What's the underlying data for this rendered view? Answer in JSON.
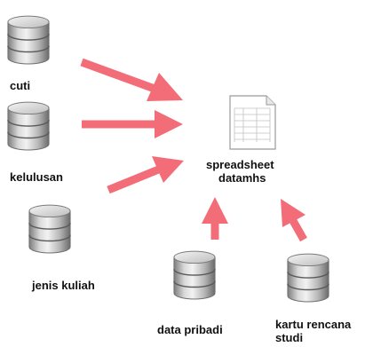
{
  "sources": [
    {
      "id": "cuti",
      "label": "cuti"
    },
    {
      "id": "kelulusan",
      "label": "kelulusan"
    },
    {
      "id": "jenis-kuliah",
      "label": "jenis kuliah"
    },
    {
      "id": "data-pribadi",
      "label": "data pribadi"
    },
    {
      "id": "kartu-rencana-studi",
      "label": "kartu rencana studi",
      "label_line1": "kartu rencana",
      "label_line2": "studi"
    }
  ],
  "target": {
    "label_line1": "spreadsheet",
    "label_line2": "datamhs",
    "icon": "spreadsheet-icon"
  },
  "icons": {
    "source": "database-icon"
  },
  "colors": {
    "arrow": "#f36d78",
    "cylinder_light": "#e6e6e6",
    "cylinder_dark": "#8a8a8a"
  }
}
